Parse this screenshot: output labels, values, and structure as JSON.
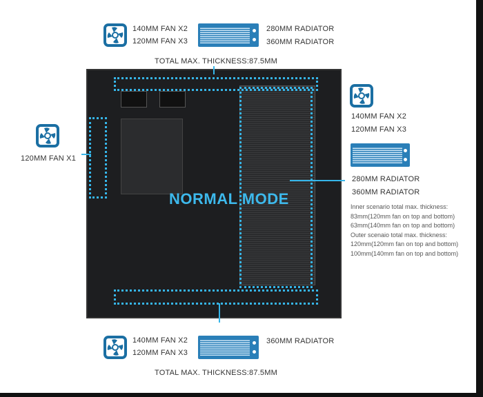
{
  "top": {
    "fans": [
      "140MM FAN X2",
      "120MM FAN X3"
    ],
    "radiators": [
      "280MM RADIATOR",
      "360MM RADIATOR"
    ],
    "thickness": "TOTAL MAX. THICKNESS:87.5MM"
  },
  "left": {
    "fan": "120MM FAN X1"
  },
  "right": {
    "fans": [
      "140MM FAN X2",
      "120MM FAN X3"
    ],
    "radiators": [
      "280MM RADIATOR",
      "360MM RADIATOR"
    ],
    "notes": [
      "Inner scenario total max. thickness:",
      "83mm(120mm fan on top and bottom)",
      "63mm(140mm fan on top and bottom)",
      "Outer scenaio total max. thickness:",
      "120mm(120mm fan on top and bottom)",
      "100mm(140mm fan on top and bottom)"
    ]
  },
  "bottom": {
    "fans": [
      "140MM FAN X2",
      "120MM FAN X3"
    ],
    "radiator": "360MM RADIATOR",
    "thickness": "TOTAL MAX. THICKNESS:87.5MM"
  },
  "mode": "NORMAL MODE",
  "colors": {
    "accent": "#36b6ea",
    "icon": "#1b6fa3",
    "radiator": "#2a7fb8"
  }
}
